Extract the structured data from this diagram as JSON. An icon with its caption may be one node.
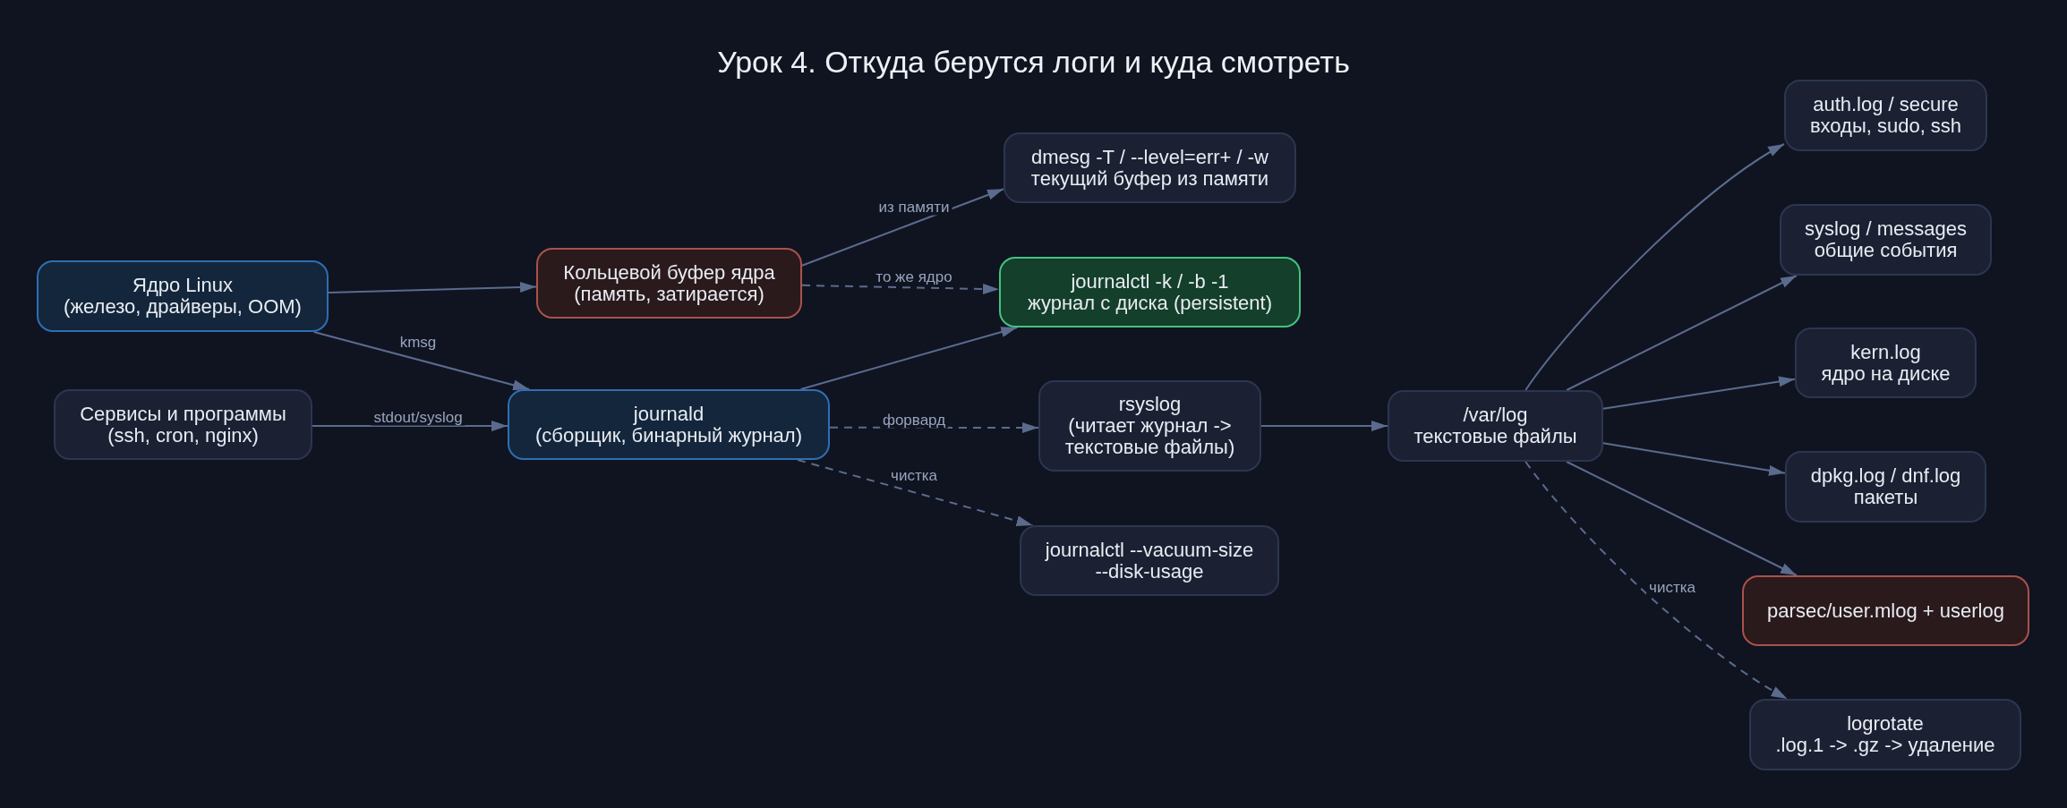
{
  "diagram": {
    "title": "Урок 4. Откуда берутся логи и куда смотреть",
    "nodes": [
      {
        "text": [
          "Ядро Linux",
          "(железо, драйверы, OOM)"
        ]
      },
      {
        "text": [
          "Сервисы и программы",
          "(ssh, cron, nginx)"
        ]
      },
      {
        "text": [
          "Кольцевой буфер ядра",
          "(память, затирается)"
        ]
      },
      {
        "text": [
          "journald",
          "(сборщик, бинарный журнал)"
        ]
      },
      {
        "text": [
          "dmesg -T / --level=err+ / -w",
          "текущий буфер из памяти"
        ]
      },
      {
        "text": [
          "journalctl -k / -b -1",
          "журнал с диска (persistent)"
        ]
      },
      {
        "text": [
          "rsyslog",
          "(читает журнал -> текстовые файлы)"
        ]
      },
      {
        "text": [
          "journalctl --vacuum-size",
          "--disk-usage"
        ]
      },
      {
        "text": [
          "/var/log",
          "текстовые файлы"
        ]
      },
      {
        "text": [
          "auth.log / secure",
          "входы, sudo, ssh"
        ]
      },
      {
        "text": [
          "syslog / messages",
          "общие события"
        ]
      },
      {
        "text": [
          "kern.log",
          "ядро на диске"
        ]
      },
      {
        "text": [
          "dpkg.log / dnf.log",
          "пакеты"
        ]
      },
      {
        "text": [
          "parsec/user.mlog + userlog"
        ]
      },
      {
        "text": [
          "logrotate",
          ".log.1 -> .gz -> удаление"
        ]
      }
    ],
    "edges": [
      {
        "from": 0,
        "to": 2,
        "arrow": "to"
      },
      {
        "from": 0,
        "to": 3,
        "arrow": "to",
        "label": "kmsg"
      },
      {
        "from": 1,
        "to": 3,
        "arrow": "to",
        "label": "stdout/syslog"
      },
      {
        "from": 2,
        "to": 4,
        "arrow": "to",
        "label": "из памяти"
      },
      {
        "from": 2,
        "to": 5,
        "arrow": "to",
        "label": "то же ядро",
        "style": "dashed"
      },
      {
        "from": 3,
        "to": 5,
        "arrow": "to"
      },
      {
        "from": 3,
        "to": 6,
        "arrow": "to",
        "label": "форвард",
        "style": "dashed"
      },
      {
        "from": 3,
        "to": 7,
        "arrow": "to",
        "label": "чистка",
        "style": "dashed"
      },
      {
        "from": 6,
        "to": 8,
        "arrow": "to"
      },
      {
        "from": 8,
        "to": 9,
        "arrow": "to"
      },
      {
        "from": 8,
        "to": 10,
        "arrow": "to"
      },
      {
        "from": 8,
        "to": 11,
        "arrow": "to"
      },
      {
        "from": 8,
        "to": 12,
        "arrow": "to"
      },
      {
        "from": 8,
        "to": 13,
        "arrow": "to"
      },
      {
        "from": 8,
        "to": 14,
        "arrow": "to",
        "label": "чистка",
        "style": "dashed"
      }
    ]
  }
}
